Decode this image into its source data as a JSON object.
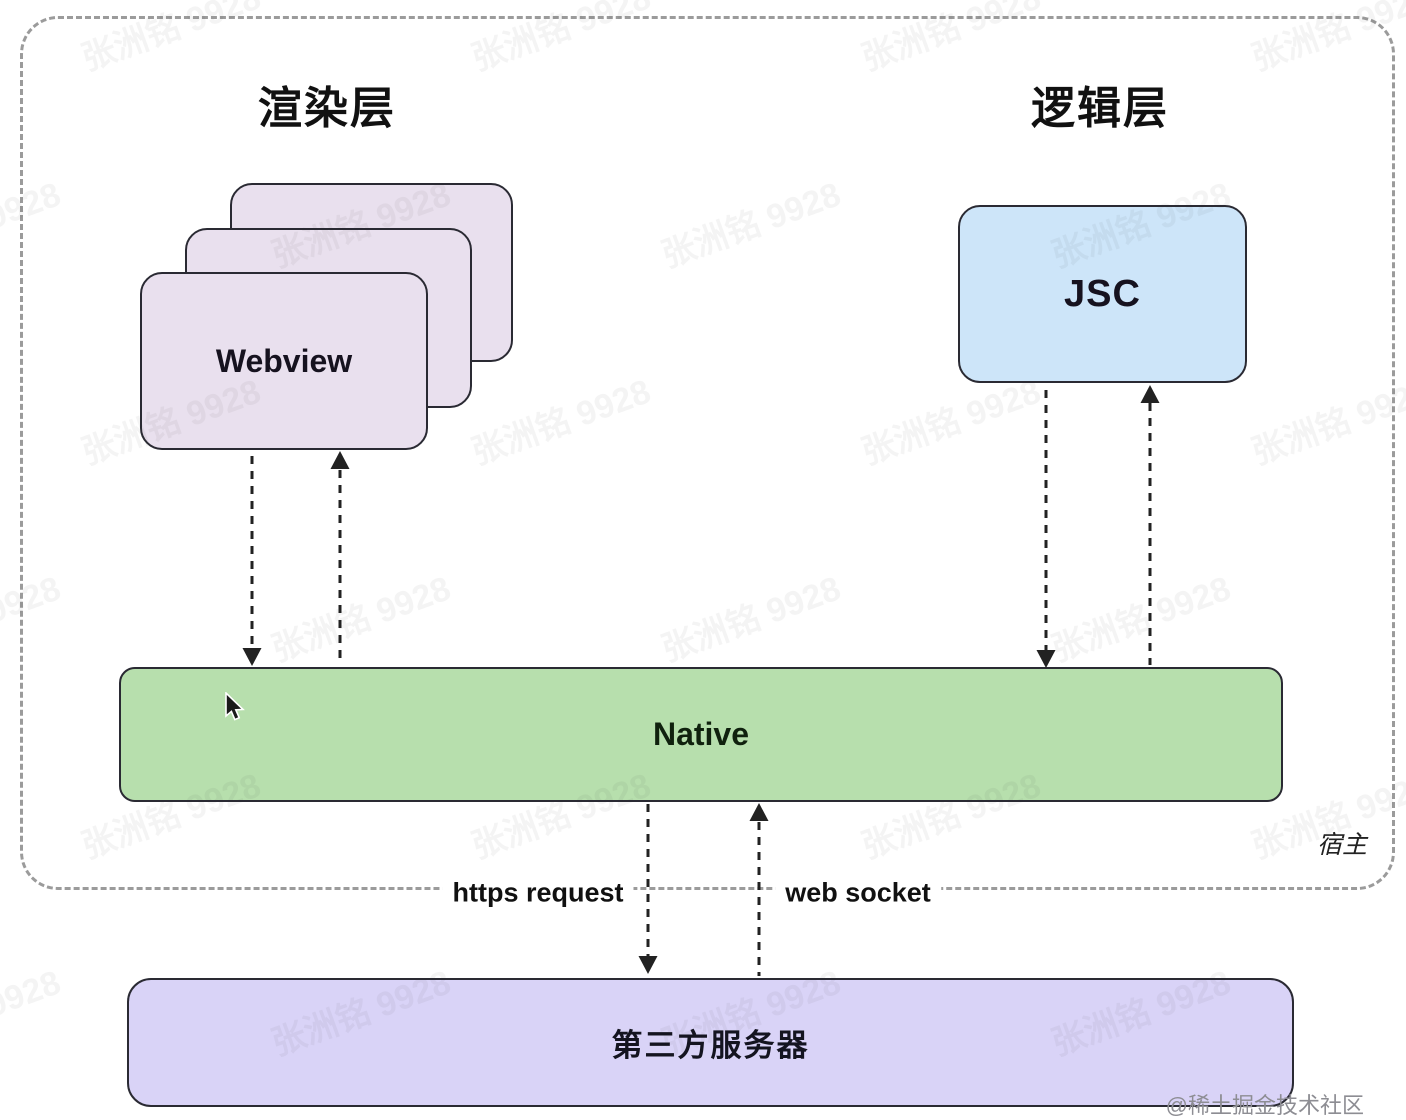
{
  "diagram": {
    "titles": {
      "render_layer": "渲染层",
      "logic_layer": "逻辑层"
    },
    "boxes": {
      "webview": {
        "label": "Webview",
        "fill": "#e9e0ee",
        "stack_count": 3
      },
      "jsc": {
        "label": "JSC",
        "fill": "#cde5f9"
      },
      "native": {
        "label": "Native",
        "fill": "#b7dfad"
      },
      "server": {
        "label": "第三方服务器",
        "fill": "#d9d3f7"
      }
    },
    "edge_labels": {
      "https_request": "https request",
      "web_socket": "web socket"
    },
    "host_label": "宿主",
    "colors": {
      "outer_border": "#9b9b9b",
      "box_border": "#2a2a33",
      "arrow": "#222222",
      "background": "#ffffff"
    }
  },
  "watermark": {
    "text": "张洲铭 9928",
    "attribution": "@稀土掘金技术社区"
  }
}
